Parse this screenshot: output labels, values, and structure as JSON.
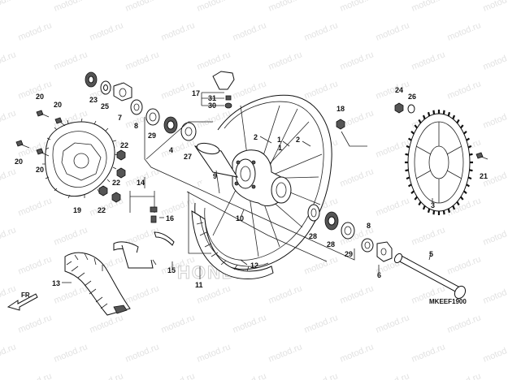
{
  "diagram": {
    "watermark": "motod.ru",
    "brand_logo": "HONDA",
    "figure_code": "MKEEF1900",
    "direction_label": "FR.",
    "callouts": [
      {
        "id": "c1",
        "text": "1"
      },
      {
        "id": "c2a",
        "text": "2"
      },
      {
        "id": "c1b",
        "text": "1"
      },
      {
        "id": "c2b",
        "text": "2"
      },
      {
        "id": "c3",
        "text": "3"
      },
      {
        "id": "c4",
        "text": "4"
      },
      {
        "id": "c5",
        "text": "5"
      },
      {
        "id": "c6",
        "text": "6"
      },
      {
        "id": "c7",
        "text": "7"
      },
      {
        "id": "c8a",
        "text": "8"
      },
      {
        "id": "c8b",
        "text": "8"
      },
      {
        "id": "c9",
        "text": "9"
      },
      {
        "id": "c10",
        "text": "10"
      },
      {
        "id": "c11",
        "text": "11"
      },
      {
        "id": "c12",
        "text": "12"
      },
      {
        "id": "c13",
        "text": "13"
      },
      {
        "id": "c14",
        "text": "14"
      },
      {
        "id": "c15",
        "text": "15"
      },
      {
        "id": "c16",
        "text": "16"
      },
      {
        "id": "c17",
        "text": "17"
      },
      {
        "id": "c18",
        "text": "18"
      },
      {
        "id": "c19",
        "text": "19"
      },
      {
        "id": "c20a",
        "text": "20"
      },
      {
        "id": "c20b",
        "text": "20"
      },
      {
        "id": "c20c",
        "text": "20"
      },
      {
        "id": "c20d",
        "text": "20"
      },
      {
        "id": "c21",
        "text": "21"
      },
      {
        "id": "c22a",
        "text": "22"
      },
      {
        "id": "c22b",
        "text": "22"
      },
      {
        "id": "c22c",
        "text": "22"
      },
      {
        "id": "c23",
        "text": "23"
      },
      {
        "id": "c24",
        "text": "24"
      },
      {
        "id": "c25",
        "text": "25"
      },
      {
        "id": "c26",
        "text": "26"
      },
      {
        "id": "c27",
        "text": "27"
      },
      {
        "id": "c28a",
        "text": "28"
      },
      {
        "id": "c28b",
        "text": "28"
      },
      {
        "id": "c29a",
        "text": "29"
      },
      {
        "id": "c29b",
        "text": "29"
      },
      {
        "id": "c30",
        "text": "30"
      },
      {
        "id": "c31",
        "text": "31"
      }
    ]
  }
}
